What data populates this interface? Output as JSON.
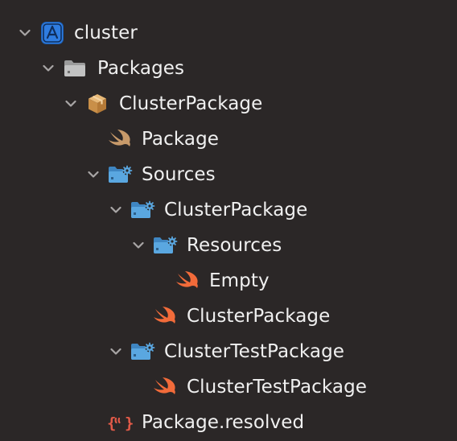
{
  "tree": [
    {
      "label": "cluster",
      "icon": "xcode-project-icon",
      "chevron": "expanded"
    },
    {
      "label": "Packages",
      "icon": "folder-icon",
      "chevron": "expanded"
    },
    {
      "label": "ClusterPackage",
      "icon": "package-icon",
      "chevron": "expanded"
    },
    {
      "label": "Package",
      "icon": "swift-file-icon",
      "chevron": "none"
    },
    {
      "label": "Sources",
      "icon": "folder-gear-icon",
      "chevron": "expanded"
    },
    {
      "label": "ClusterPackage",
      "icon": "folder-gear-icon",
      "chevron": "expanded"
    },
    {
      "label": "Resources",
      "icon": "folder-gear-icon",
      "chevron": "expanded"
    },
    {
      "label": "Empty",
      "icon": "swift-file-icon",
      "chevron": "none"
    },
    {
      "label": "ClusterPackage",
      "icon": "swift-file-icon",
      "chevron": "none"
    },
    {
      "label": "ClusterTestPackage",
      "icon": "folder-gear-icon",
      "chevron": "expanded"
    },
    {
      "label": "ClusterTestPackage",
      "icon": "swift-file-icon",
      "chevron": "none"
    },
    {
      "label": "Package.resolved",
      "icon": "json-file-icon",
      "chevron": "none"
    }
  ],
  "colors": {
    "background": "#2b2727",
    "text": "#f0f0f0",
    "chevron": "#a9a6a6",
    "folder_blue": "#5aa7e0",
    "swift_orange": "#f26b3a",
    "swift_tan": "#c89a6a",
    "package_box": "#d9a461",
    "xcode_blue": "#2f7de1",
    "json_red": "#e25a48"
  }
}
